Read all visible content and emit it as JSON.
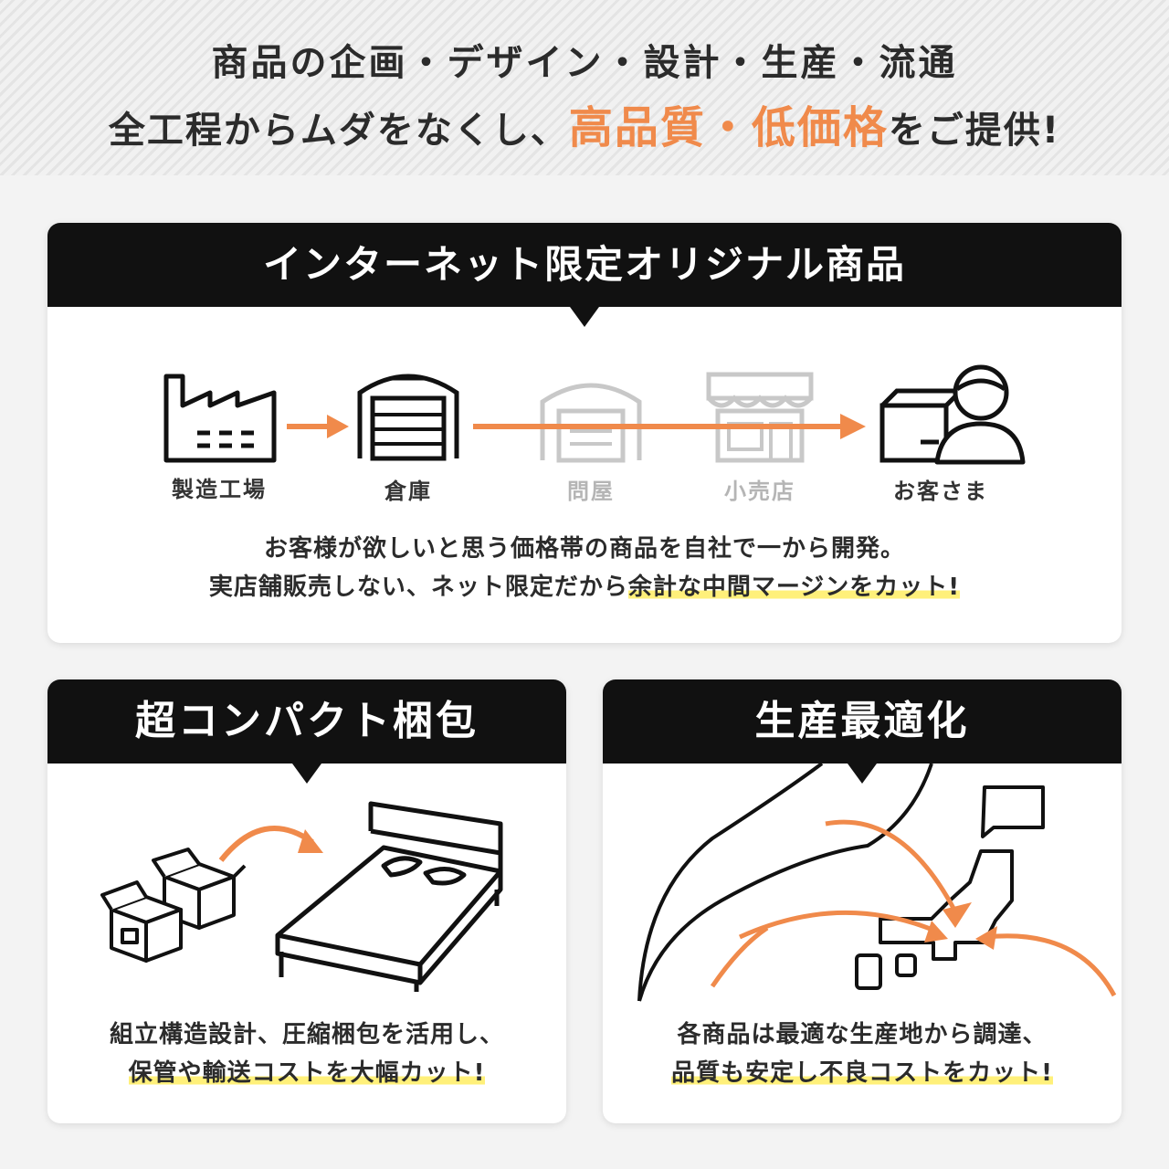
{
  "hero": {
    "line1": "商品の企画・デザイン・設計・生産・流通",
    "line2_pre": "全工程からムダをなくし、",
    "line2_highlight": "高品質・低価格",
    "line2_post": "をご提供!"
  },
  "main_card": {
    "title": "インターネット限定オリジナル商品",
    "flow": {
      "factory": "製造工場",
      "warehouse": "倉庫",
      "wholesaler": "問屋",
      "retailer": "小売店",
      "customer": "お客さま"
    },
    "text_line1": "お客様が欲しいと思う価格帯の商品を自社で一から開発。",
    "text_line2_pre": "実店舗販売しない、ネット限定だから",
    "text_line2_mark": "余計な中間マージンをカット!"
  },
  "left_card": {
    "title": "超コンパクト梱包",
    "text_line1": "組立構造設計、圧縮梱包を活用し、",
    "text_line2_mark": "保管や輸送コストを大幅カット!"
  },
  "right_card": {
    "title": "生産最適化",
    "text_line1": "各商品は最適な生産地から調達、",
    "text_line2_mark": "品質も安定し不良コストをカット!"
  },
  "colors": {
    "accent": "#f08a4b",
    "marker": "#fff07a",
    "dark": "#111111"
  },
  "icons": [
    "factory-icon",
    "warehouse-icon",
    "wholesaler-icon",
    "shop-icon",
    "customer-icon",
    "boxes-icon",
    "bed-icon",
    "japan-map-icon"
  ]
}
